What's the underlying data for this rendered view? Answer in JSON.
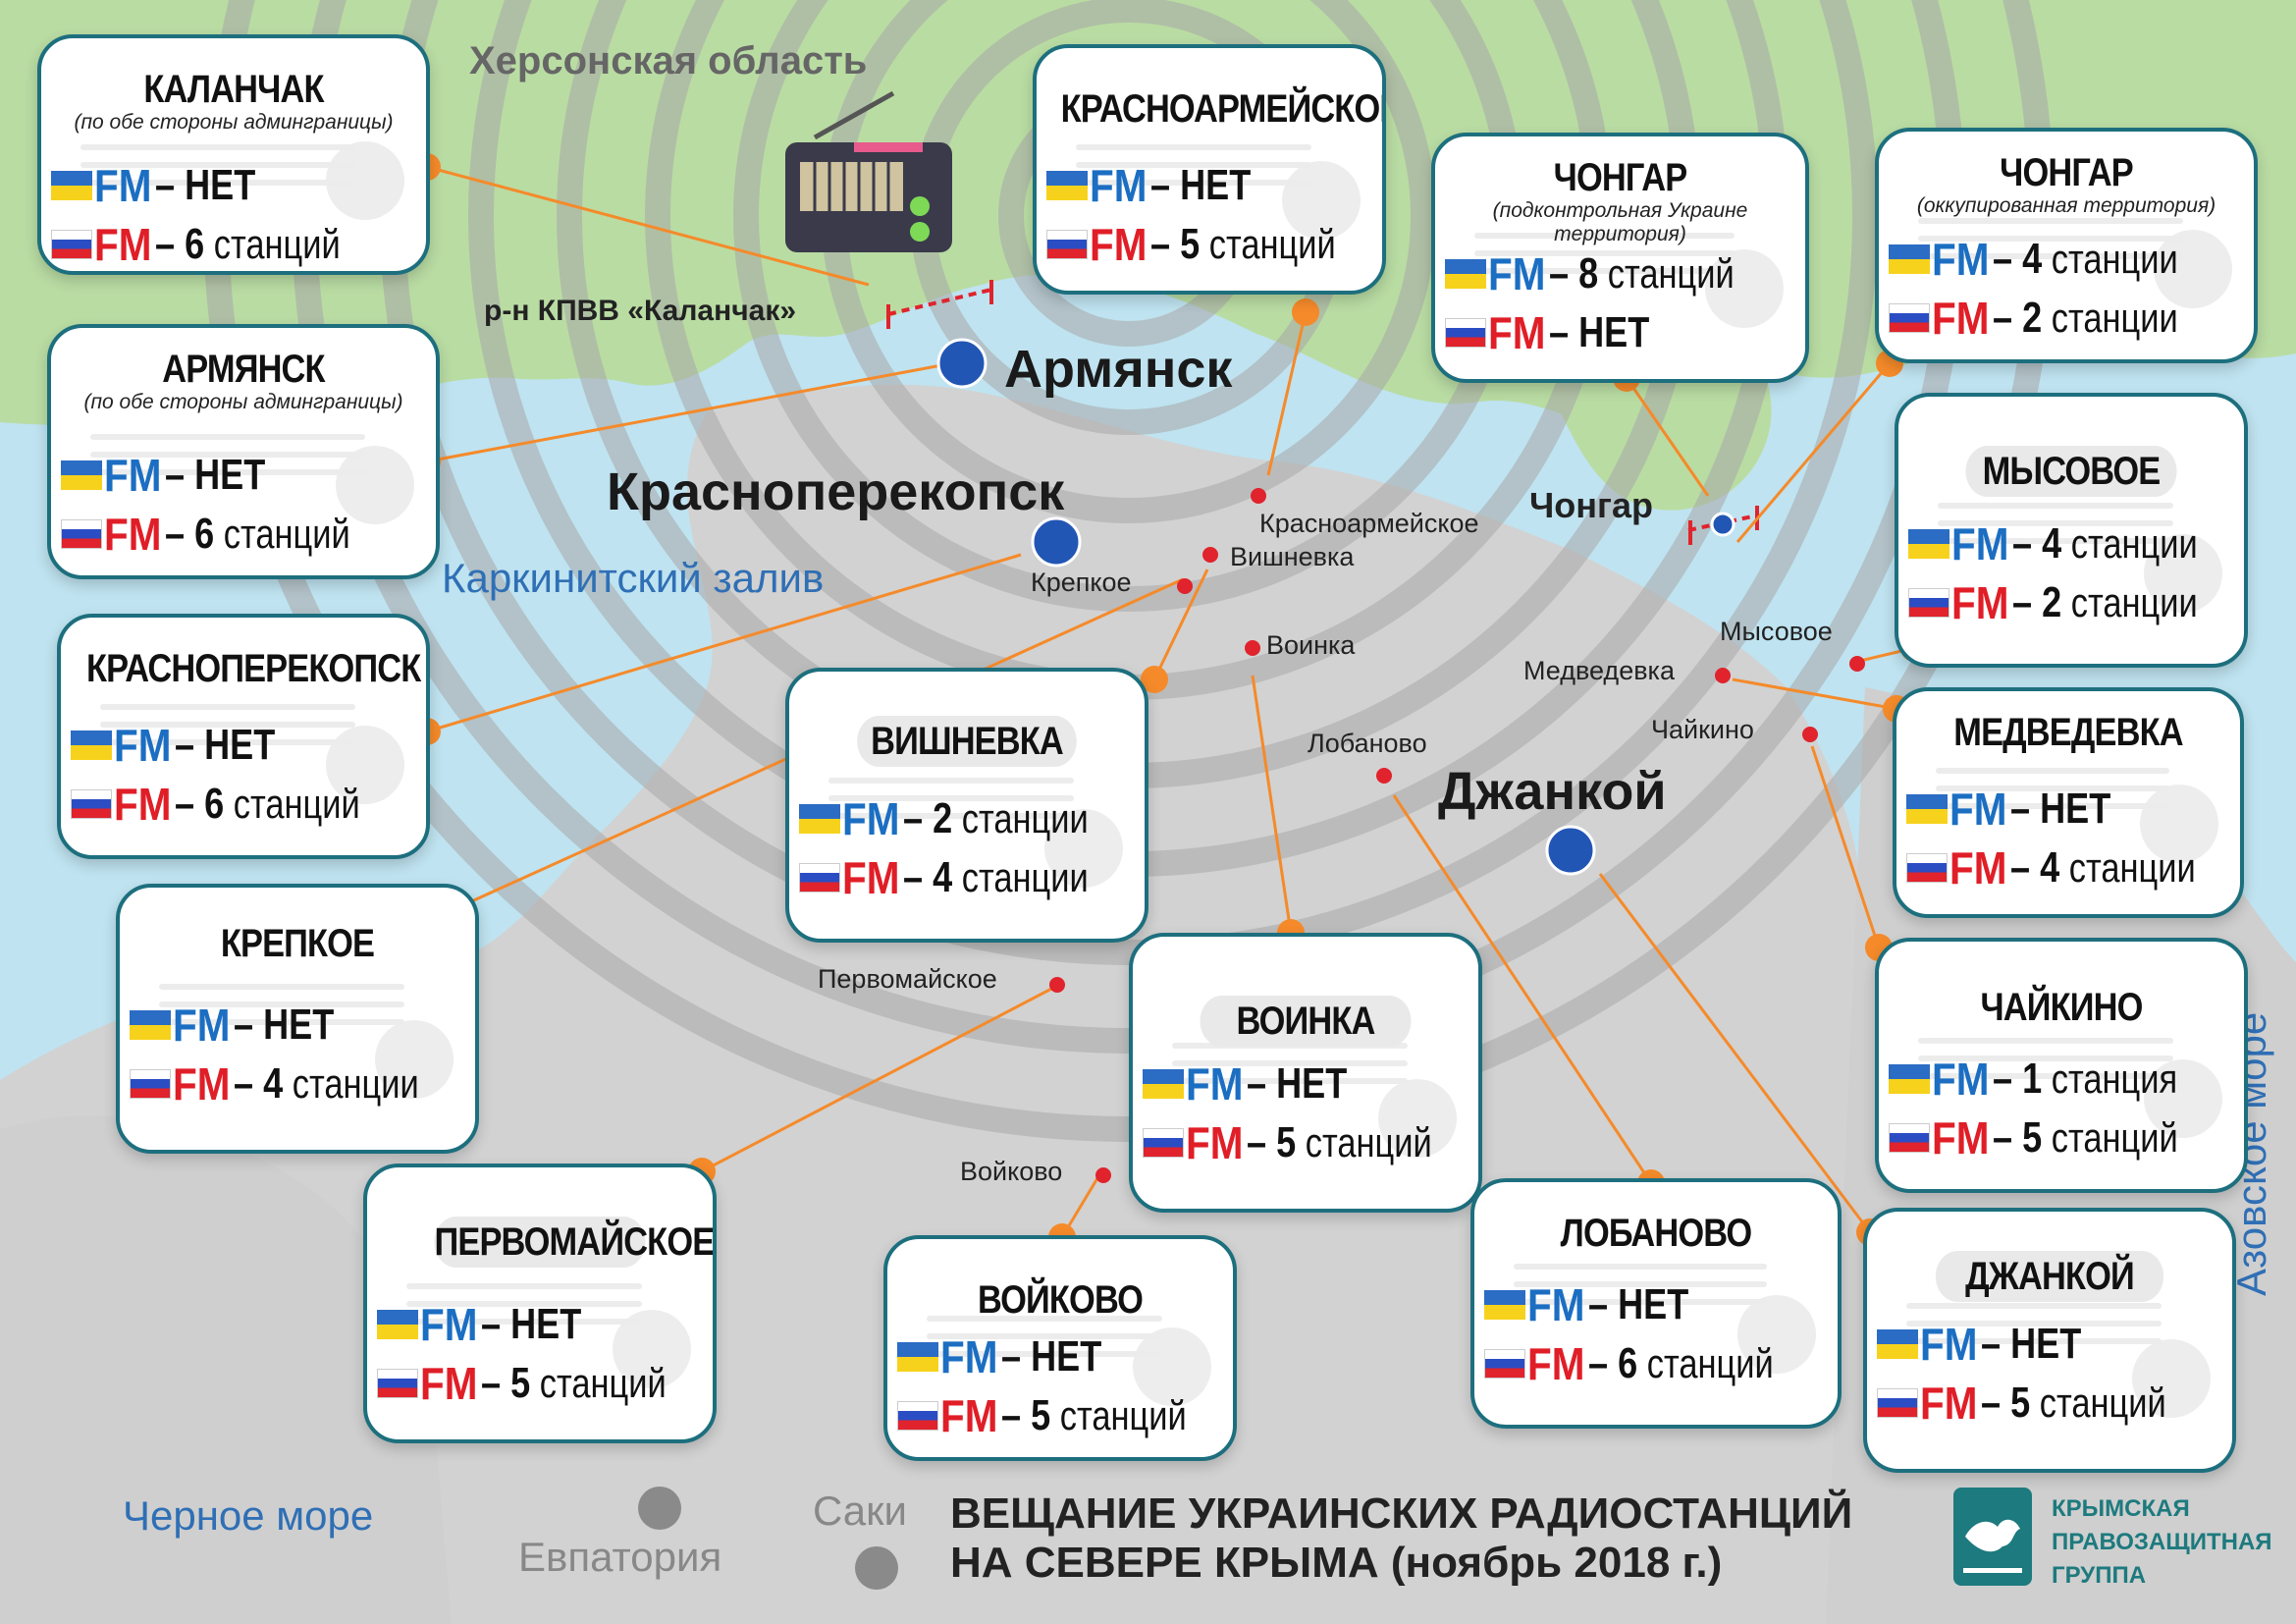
{
  "title_line1": "ВЕЩАНИЕ УКРАИНСКИХ РАДИОСТАНЦИЙ",
  "title_line2": "НА СЕВЕРЕ КРЫМА (ноябрь 2018 г.)",
  "org": {
    "line1": "КРЫМСКАЯ",
    "line2": "ПРАВОЗАЩИТНАЯ",
    "line3": "ГРУППА"
  },
  "colors": {
    "sea": "#bfe3f0",
    "land_north": "#b9dca3",
    "land_crimea": "#d2d2d2",
    "card_border": "#1d6f7e",
    "connector": "#f58a2a",
    "ua_fm": "#1b6ec2",
    "ru_fm": "#e01e27"
  },
  "map_labels": {
    "kherson": "Херсонская область",
    "kpvv": "р-н КПВВ «Каланчак»",
    "armyansk": "Армянск",
    "krasnoperekopsk": "Красноперекопск",
    "karkinit": "Каркинитский залив",
    "krepkoe": "Крепкое",
    "vishnevka": "Вишневка",
    "krasnoarm": "Красноармейское",
    "voinka": "Воинка",
    "chongar": "Чонгар",
    "mysovoe": "Мысовое",
    "medvedevka": "Медведевка",
    "chaikino": "Чайкино",
    "lobanovo": "Лобаново",
    "dzhankoy": "Джанкой",
    "pervomayskoe": "Первомайское",
    "voykovo": "Войково",
    "black_sea": "Черное море",
    "azov_sea": "Азовское море",
    "evpatoria": "Евпатория",
    "saki": "Саки"
  },
  "cards": [
    {
      "name": "КАЛАНЧАК",
      "sub": "(по обе стороны админграницы)",
      "ua_dash": "– ",
      "ua_num": "НЕТ",
      "ua_unit": "",
      "ru_dash": "– ",
      "ru_num": "6",
      "ru_unit": " станций"
    },
    {
      "name": "АРМЯНСК",
      "sub": "(по обе стороны админграницы)",
      "ua_dash": "– ",
      "ua_num": "НЕТ",
      "ua_unit": "",
      "ru_dash": "– ",
      "ru_num": "6",
      "ru_unit": " станций"
    },
    {
      "name": "КРАСНОПЕРЕКОПСК",
      "sub": "",
      "ua_dash": "– ",
      "ua_num": "НЕТ",
      "ua_unit": "",
      "ru_dash": "– ",
      "ru_num": "6",
      "ru_unit": " станций"
    },
    {
      "name": "КРЕПКОЕ",
      "sub": "",
      "ua_dash": "– ",
      "ua_num": "НЕТ",
      "ua_unit": "",
      "ru_dash": "– ",
      "ru_num": "4",
      "ru_unit": " станции"
    },
    {
      "name": "ПЕРВОМАЙСКОЕ",
      "sub": "",
      "ua_dash": "– ",
      "ua_num": "НЕТ",
      "ua_unit": "",
      "ru_dash": "– ",
      "ru_num": "5",
      "ru_unit": " станций"
    },
    {
      "name": "КРАСНОАРМЕЙСКОЕ",
      "sub": "",
      "ua_dash": "– ",
      "ua_num": "НЕТ",
      "ua_unit": "",
      "ru_dash": "– ",
      "ru_num": "5",
      "ru_unit": " станций"
    },
    {
      "name": "ВИШНЕВКА",
      "sub": "",
      "ua_dash": "– ",
      "ua_num": "2",
      "ua_unit": " станции",
      "ru_dash": "– ",
      "ru_num": "4",
      "ru_unit": " станции"
    },
    {
      "name": "ВОИНКА",
      "sub": "",
      "ua_dash": "– ",
      "ua_num": "НЕТ",
      "ua_unit": "",
      "ru_dash": "– ",
      "ru_num": "5",
      "ru_unit": " станций"
    },
    {
      "name": "ВОЙКОВО",
      "sub": "",
      "ua_dash": "– ",
      "ua_num": "НЕТ",
      "ua_unit": "",
      "ru_dash": "– ",
      "ru_num": "5",
      "ru_unit": " станций"
    },
    {
      "name": "ЧОНГАР",
      "sub": "(подконтрольная Украине территория)",
      "ua_dash": "– ",
      "ua_num": "8",
      "ua_unit": " станций",
      "ru_dash": "– ",
      "ru_num": "НЕТ",
      "ru_unit": ""
    },
    {
      "name": "ЧОНГАР",
      "sub": "(оккупированная территория)",
      "ua_dash": "– ",
      "ua_num": "4",
      "ua_unit": " станции",
      "ru_dash": "– ",
      "ru_num": "2",
      "ru_unit": " станции"
    },
    {
      "name": "МЫСОВОЕ",
      "sub": "",
      "ua_dash": "– ",
      "ua_num": "4",
      "ua_unit": " станции",
      "ru_dash": "– ",
      "ru_num": "2",
      "ru_unit": " станции"
    },
    {
      "name": "МЕДВЕДЕВКА",
      "sub": "",
      "ua_dash": "– ",
      "ua_num": "НЕТ",
      "ua_unit": "",
      "ru_dash": "– ",
      "ru_num": "4",
      "ru_unit": " станции"
    },
    {
      "name": "ЧАЙКИНО",
      "sub": "",
      "ua_dash": "– ",
      "ua_num": "1",
      "ua_unit": " станция",
      "ru_dash": "– ",
      "ru_num": "5",
      "ru_unit": " станций"
    },
    {
      "name": "ЛОБАНОВО",
      "sub": "",
      "ua_dash": "– ",
      "ua_num": "НЕТ",
      "ua_unit": "",
      "ru_dash": "– ",
      "ru_num": "6",
      "ru_unit": " станций"
    },
    {
      "name": "ДЖАНКОЙ",
      "sub": "",
      "ua_dash": "– ",
      "ua_num": "НЕТ",
      "ua_unit": "",
      "ru_dash": "– ",
      "ru_num": "5",
      "ru_unit": " станций"
    }
  ],
  "fm": "FM"
}
